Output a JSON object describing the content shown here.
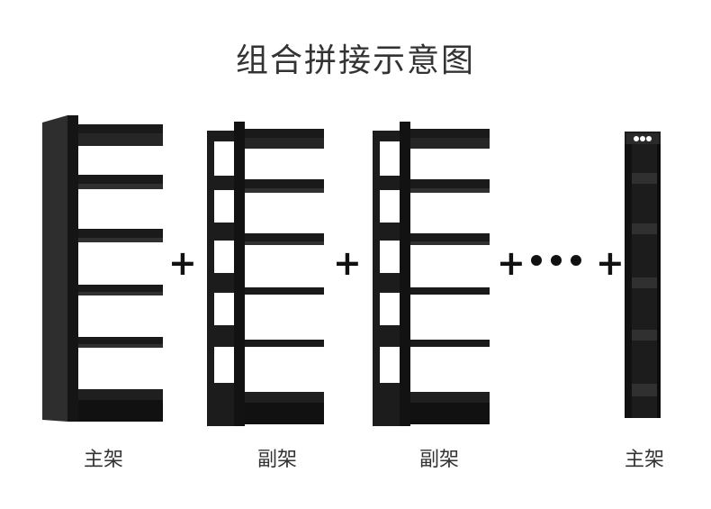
{
  "title": "组合拼接示意图",
  "labels": {
    "main1": "主架",
    "sub1": "副架",
    "sub2": "副架",
    "main2": "主架"
  },
  "operators": {
    "plus": "+"
  },
  "colors": {
    "shelf_dark": "#1a1a1a",
    "shelf_mid": "#2b2b2b",
    "text": "#333333"
  }
}
